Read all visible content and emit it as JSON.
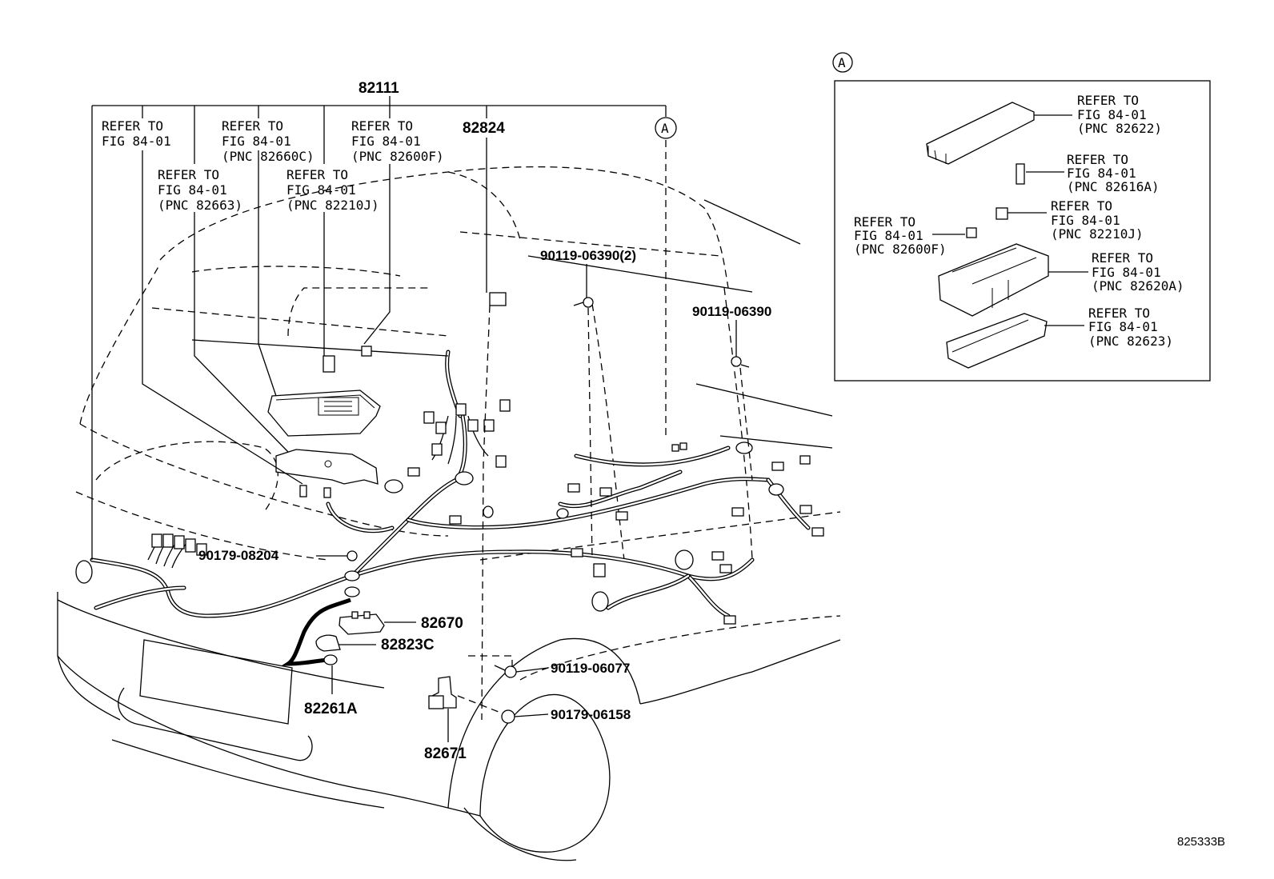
{
  "labels": {
    "main_harness": "82111",
    "r1": {
      "l1": "REFER TO",
      "l2": "FIG 84-01"
    },
    "r2": {
      "l1": "REFER TO",
      "l2": "FIG 84-01",
      "l3": "(PNC 82663)"
    },
    "r3": {
      "l1": "REFER TO",
      "l2": "FIG 84-01",
      "l3": "(PNC 82660C)"
    },
    "r4": {
      "l1": "REFER TO",
      "l2": "FIG 84-01",
      "l3": "(PNC 82210J)"
    },
    "r5": {
      "l1": "REFER TO",
      "l2": "FIG 84-01",
      "l3": "(PNC 82600F)"
    },
    "p82824": "82824",
    "callout_a": "A",
    "b1": "90119-06390(2)",
    "b2": "90119-06390",
    "n90179_08204": "90179-08204",
    "p82670": "82670",
    "p82823c": "82823C",
    "p82261a": "82261A",
    "b90119_06077": "90119-06077",
    "b90179_06158": "90179-06158",
    "p82671": "82671",
    "diagram_id": "825333B"
  },
  "inset": {
    "callout": "A",
    "i1": {
      "l1": "REFER TO",
      "l2": "FIG 84-01",
      "l3": "(PNC 82622)"
    },
    "i2": {
      "l1": "REFER TO",
      "l2": "FIG 84-01",
      "l3": "(PNC 82616A)"
    },
    "i3": {
      "l1": "REFER TO",
      "l2": "FIG 84-01",
      "l3": "(PNC 82210J)"
    },
    "i4": {
      "l1": "REFER TO",
      "l2": "FIG 84-01",
      "l3": "(PNC 82600F)"
    },
    "i5": {
      "l1": "REFER TO",
      "l2": "FIG 84-01",
      "l3": "(PNC 82620A)"
    },
    "i6": {
      "l1": "REFER TO",
      "l2": "FIG 84-01",
      "l3": "(PNC 82623)"
    }
  }
}
